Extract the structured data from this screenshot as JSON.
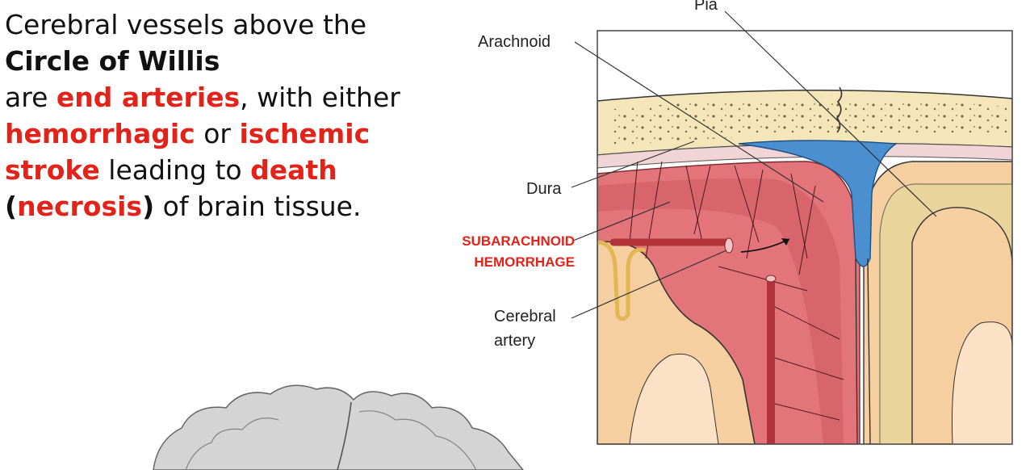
{
  "text": {
    "line1": "Cerebral vessels above the",
    "line2": "Circle of Willis",
    "line3_a": "are ",
    "line3_b": "end arteries",
    "line3_c": ", with either",
    "line4_a": "hemorrhagic",
    "line4_b": " or ",
    "line4_c": "ischemic",
    "line5_a": "stroke",
    "line5_b": " leading to ",
    "line5_c": "death",
    "line6_a": "(",
    "line6_b": "necrosis",
    "line6_c": ")",
    "line6_d": " of brain tissue."
  },
  "diagram": {
    "labels": {
      "pia": "Pia",
      "arachnoid": "Arachnoid",
      "dura": "Dura",
      "sah_line1": "SUBARACHNOID",
      "sah_line2": "HEMORRHAGE",
      "cerebral_line1": "Cerebral",
      "cerebral_line2": "artery"
    }
  },
  "colors": {
    "highlight_red": "#e2231a",
    "blood": "#e3747a",
    "csf_blue": "#4a90d0",
    "bone": "#f4e6b8",
    "brain": "#f6cfa0"
  }
}
